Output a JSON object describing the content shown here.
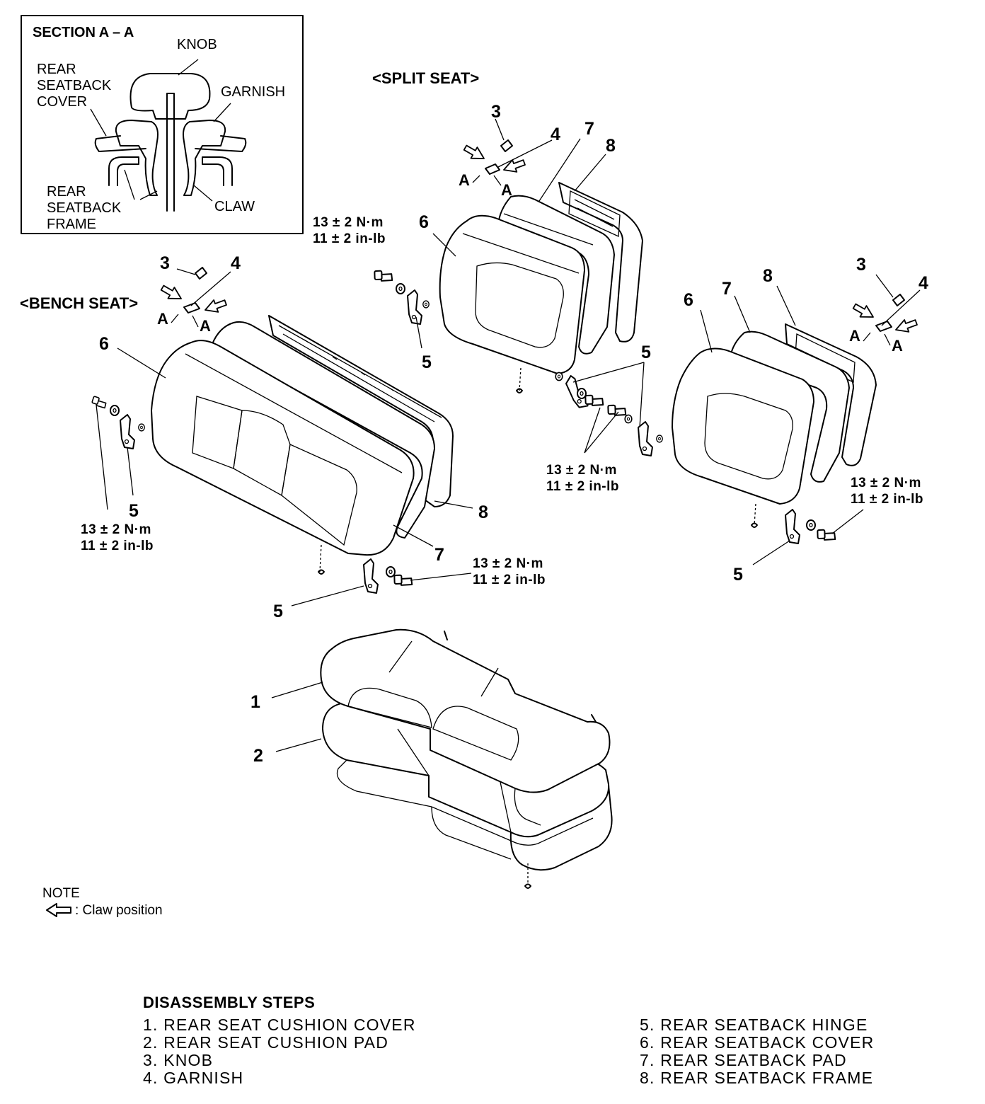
{
  "inset": {
    "title": "SECTION A – A",
    "knob": "KNOB",
    "rear_seatback_cover": [
      "REAR",
      "SEATBACK",
      "COVER"
    ],
    "garnish": "GARNISH",
    "rear_seatback_frame": [
      "REAR",
      "SEATBACK",
      "FRAME"
    ],
    "claw": "CLAW"
  },
  "headings": {
    "split_seat": "<SPLIT SEAT>",
    "bench_seat": "<BENCH SEAT>"
  },
  "torque": {
    "metric": "13 ± 2 N·m",
    "imperial": "11 ± 2 in-lb"
  },
  "section_marker": "A",
  "callouts": {
    "c1": "1",
    "c2": "2",
    "c3": "3",
    "c4": "4",
    "c5": "5",
    "c6": "6",
    "c7": "7",
    "c8": "8"
  },
  "note": {
    "title": "NOTE",
    "claw_position": ": Claw position",
    "arrow_icon": "hollow-left-arrow-icon"
  },
  "steps": {
    "title": "DISASSEMBLY STEPS",
    "left": [
      "1. REAR SEAT CUSHION COVER",
      "2. REAR SEAT CUSHION PAD",
      "3. KNOB",
      "4. GARNISH"
    ],
    "right": [
      "5. REAR SEATBACK HINGE",
      "6. REAR SEATBACK COVER",
      "7. REAR SEATBACK PAD",
      "8. REAR SEATBACK FRAME"
    ]
  }
}
